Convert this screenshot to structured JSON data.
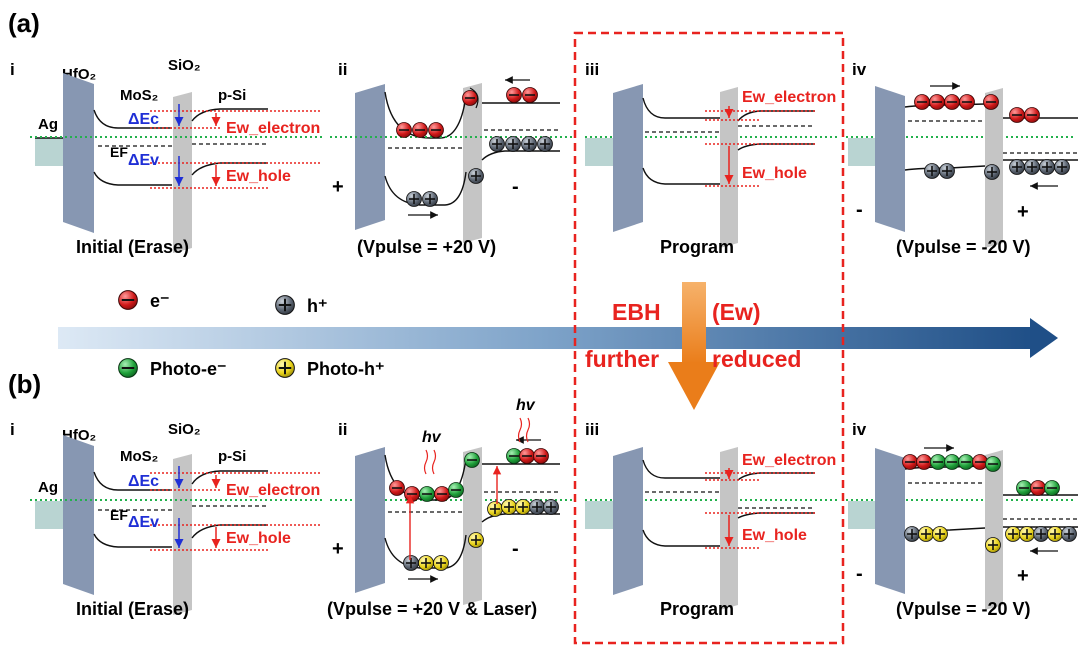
{
  "labels": {
    "part_a": "(a)",
    "part_b": "(b)",
    "i": "i",
    "ii": "ii",
    "iii": "iii",
    "iv": "iv",
    "hfo2": "HfO₂",
    "sio2": "SiO₂",
    "mos2": "MoS₂",
    "psi": "p-Si",
    "ag": "Ag",
    "delta_ec": "ΔEc",
    "delta_ev": "ΔEv",
    "ef": "EF",
    "ew_electron": "Ew_electron",
    "ew_hole": "Ew_hole",
    "hv": "hv",
    "plus": "+",
    "minus": "-"
  },
  "captions": {
    "initial": "Initial (Erase)",
    "pulse_pos": "(Vpulse = +20 V)",
    "pulse_pos_laser": "(Vpulse = +20 V & Laser)",
    "program": "Program",
    "pulse_neg": "(Vpulse = -20 V)"
  },
  "legend": {
    "electron": "e⁻",
    "hole": "h⁺",
    "photo_electron": "Photo-e⁻",
    "photo_hole": "Photo-h⁺"
  },
  "ebh": {
    "word1": "EBH",
    "word2": "(Ew)",
    "word3": "further",
    "word4": "reduced"
  },
  "colors": {
    "electron": "#d01818",
    "hole": "#5a6370",
    "photo_electron": "#1fa13a",
    "photo_hole": "#e8d21a",
    "barrier": "#8797b2",
    "sio2_barrier": "#bfbfbf",
    "metal": "#b9d4d2",
    "fermi": "#22b14c",
    "annotation_red": "#e8231f",
    "annotation_blue": "#1f2fd6",
    "arrow_orange": "#f08a22",
    "gradient_start": "#dbe8f5",
    "gradient_end": "#1f4f87"
  }
}
